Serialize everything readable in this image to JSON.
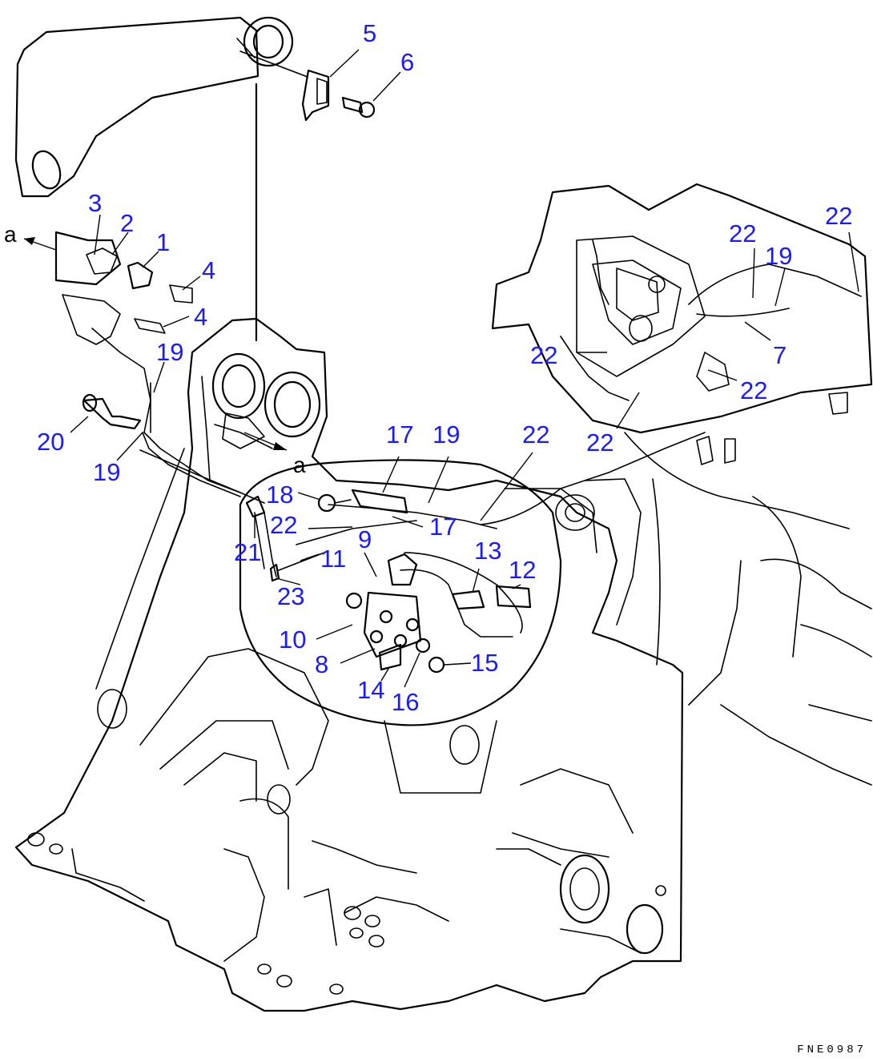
{
  "diagram": {
    "callout_color": "#1a1aff",
    "line_color": "#000000",
    "background": "#ffffff",
    "view_marker": "a",
    "drawing_code": "FNE0987",
    "callouts": [
      {
        "id": "c5",
        "label": "5"
      },
      {
        "id": "c6",
        "label": "6"
      },
      {
        "id": "c3",
        "label": "3"
      },
      {
        "id": "c2",
        "label": "2"
      },
      {
        "id": "c1",
        "label": "1"
      },
      {
        "id": "c4a",
        "label": "4"
      },
      {
        "id": "c4b",
        "label": "4"
      },
      {
        "id": "c19a",
        "label": "19"
      },
      {
        "id": "c20",
        "label": "20"
      },
      {
        "id": "c19b",
        "label": "19"
      },
      {
        "id": "c22a",
        "label": "22"
      },
      {
        "id": "c22b",
        "label": "22"
      },
      {
        "id": "c19c",
        "label": "19"
      },
      {
        "id": "c7",
        "label": "7"
      },
      {
        "id": "c22c",
        "label": "22"
      },
      {
        "id": "c22d",
        "label": "22"
      },
      {
        "id": "c22e",
        "label": "22"
      },
      {
        "id": "c17a",
        "label": "17"
      },
      {
        "id": "c19d",
        "label": "19"
      },
      {
        "id": "c22f",
        "label": "22"
      },
      {
        "id": "c18",
        "label": "18"
      },
      {
        "id": "c22g",
        "label": "22"
      },
      {
        "id": "c17b",
        "label": "17"
      },
      {
        "id": "c9",
        "label": "9"
      },
      {
        "id": "c21",
        "label": "21"
      },
      {
        "id": "c11",
        "label": "11"
      },
      {
        "id": "c13",
        "label": "13"
      },
      {
        "id": "c12",
        "label": "12"
      },
      {
        "id": "c23",
        "label": "23"
      },
      {
        "id": "c10",
        "label": "10"
      },
      {
        "id": "c8",
        "label": "8"
      },
      {
        "id": "c15",
        "label": "15"
      },
      {
        "id": "c14",
        "label": "14"
      },
      {
        "id": "c16",
        "label": "16"
      }
    ]
  }
}
